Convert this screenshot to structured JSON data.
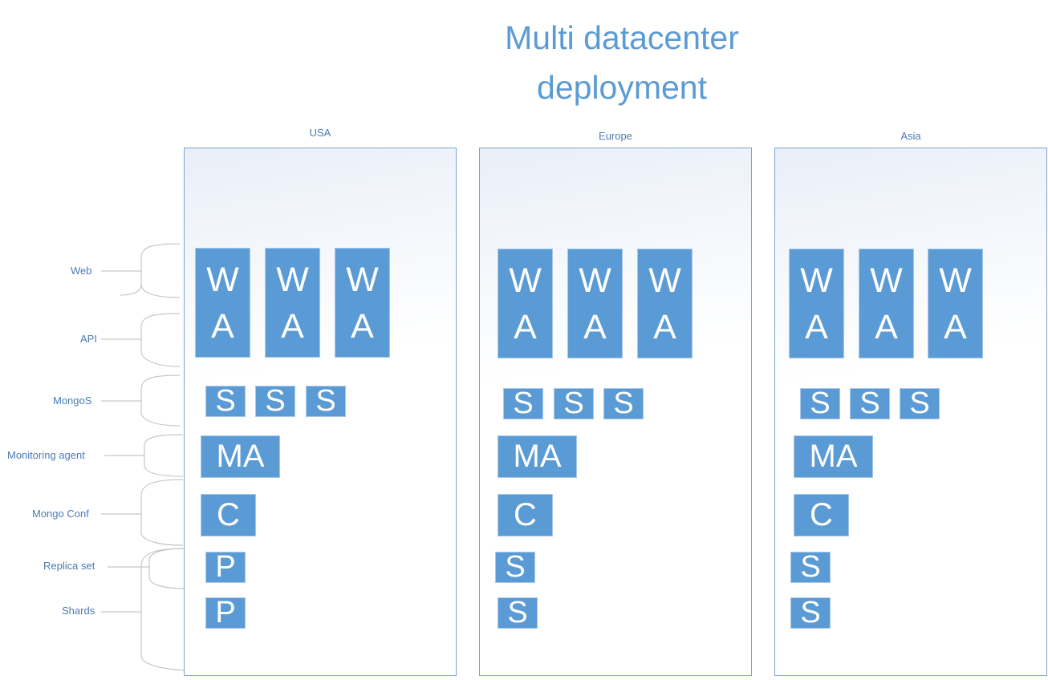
{
  "title": "Multi datacenter\ndeployment",
  "datacenters": [
    {
      "name": "USA",
      "web_api": [
        {
          "top": "W",
          "bottom": "A"
        },
        {
          "top": "W",
          "bottom": "A"
        },
        {
          "top": "W",
          "bottom": "A"
        }
      ],
      "mongos": [
        "S",
        "S",
        "S"
      ],
      "monitoring": "MA",
      "conf": "C",
      "replica": "P",
      "shard": "P"
    },
    {
      "name": "Europe",
      "web_api": [
        {
          "top": "W",
          "bottom": "A"
        },
        {
          "top": "W",
          "bottom": "A"
        },
        {
          "top": "W",
          "bottom": "A"
        }
      ],
      "mongos": [
        "S",
        "S",
        "S"
      ],
      "monitoring": "MA",
      "conf": "C",
      "replica": "S",
      "shard": "S"
    },
    {
      "name": "Asia",
      "web_api": [
        {
          "top": "W",
          "bottom": "A"
        },
        {
          "top": "W",
          "bottom": "A"
        },
        {
          "top": "W",
          "bottom": "A"
        }
      ],
      "mongos": [
        "S",
        "S",
        "S"
      ],
      "monitoring": "MA",
      "conf": "C",
      "replica": "S",
      "shard": "S"
    }
  ],
  "layers": {
    "web": "Web",
    "api": "API",
    "mongos": "MongoS",
    "monitoring": "Monitoring agent",
    "conf": "Mongo Conf",
    "replica": "Replica set",
    "shards": "Shards"
  },
  "colors": {
    "box": "#5b9bd5",
    "text": "#5b9bd5",
    "border": "#7aa3d4",
    "bracket": "#c8c8c8"
  }
}
